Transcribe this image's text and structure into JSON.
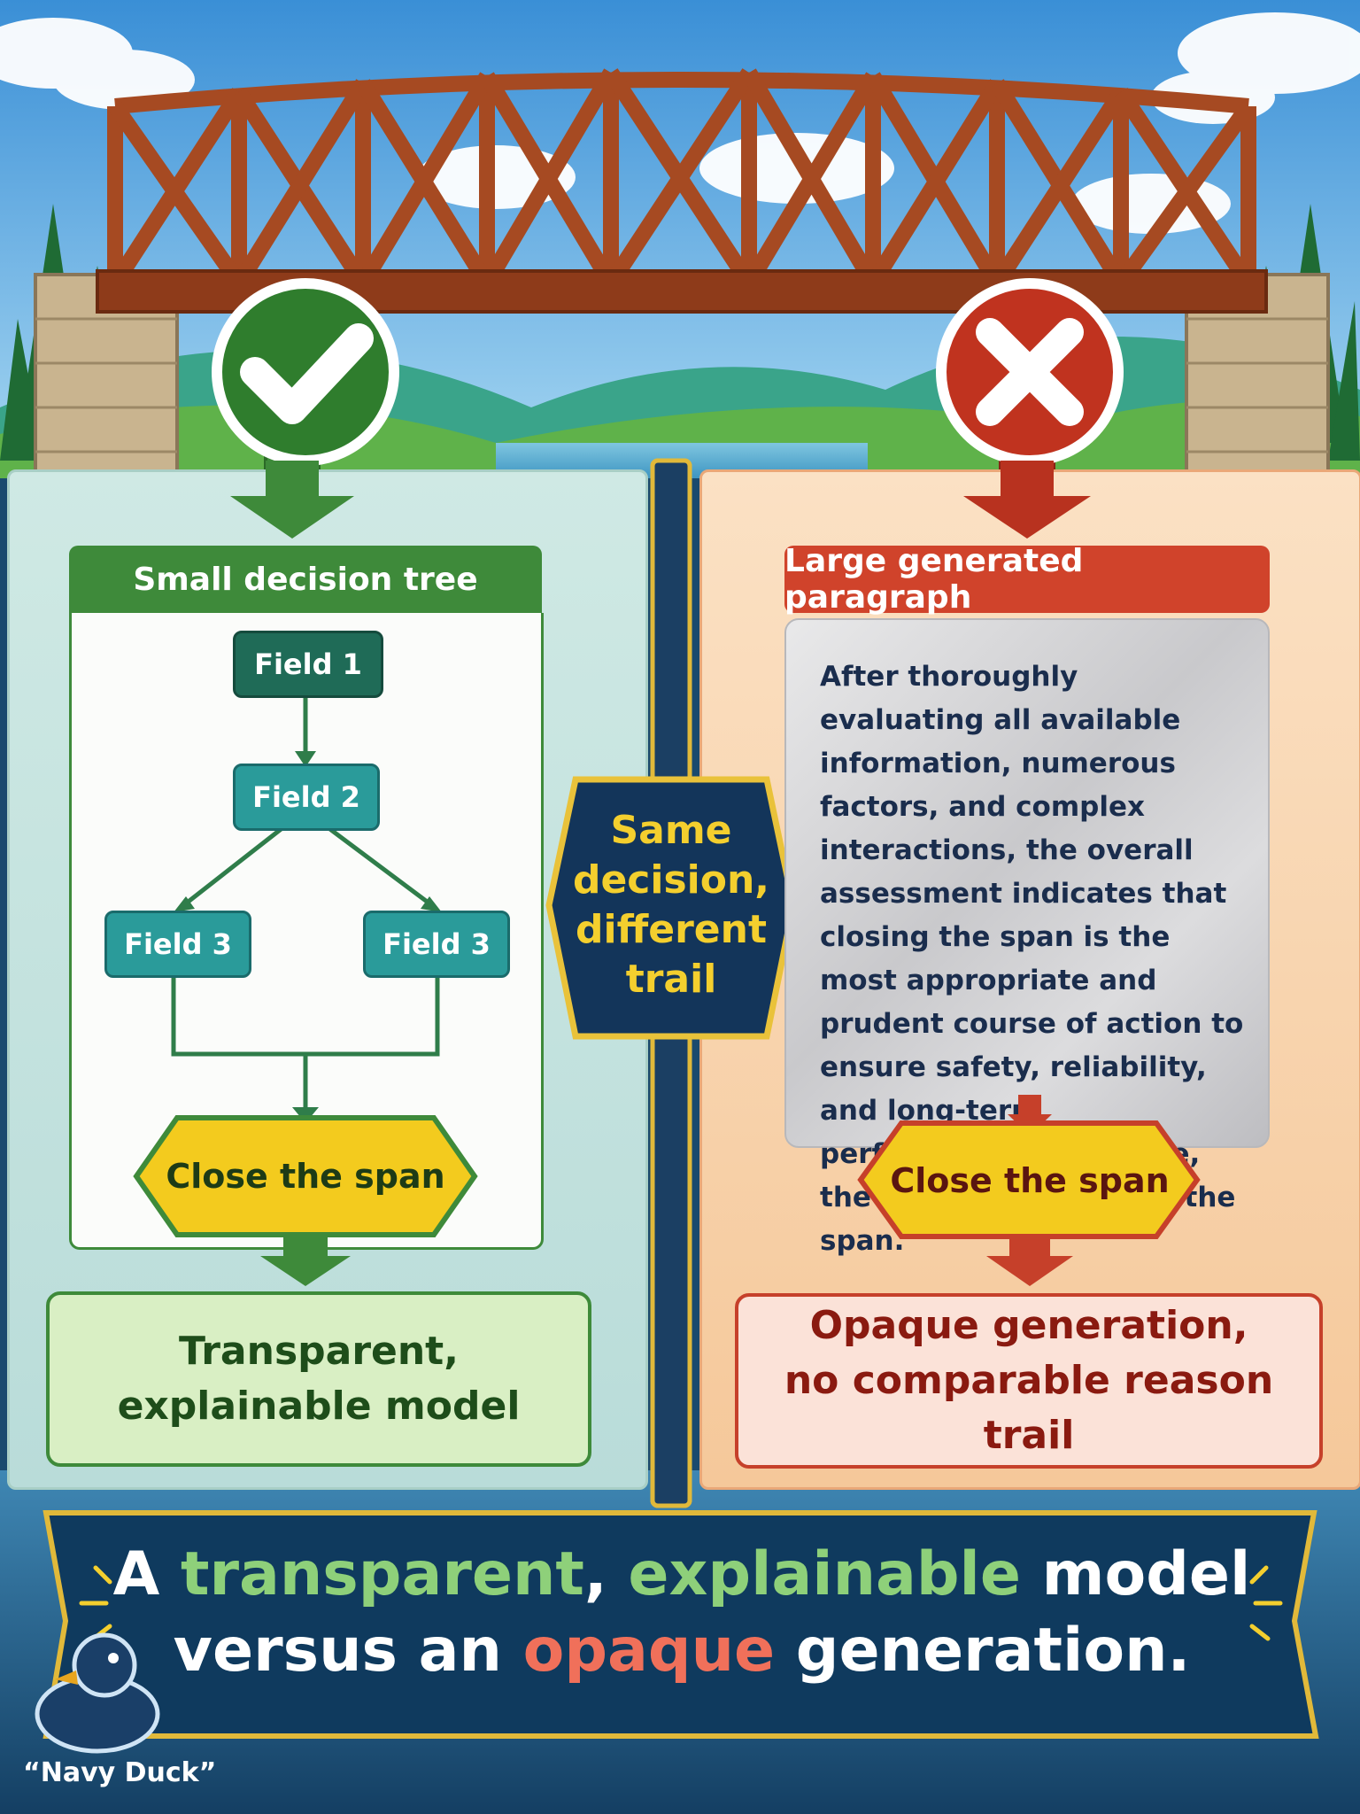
{
  "left": {
    "header": "Small decision tree",
    "nodes": [
      "Field 1",
      "Field 2",
      "Field 3",
      "Field 3"
    ],
    "decision": "Close the span",
    "outcome_line1": "Transparent,",
    "outcome_line2": "explainable model",
    "status_icon": "check-icon",
    "color": "#3e8a3a"
  },
  "center": {
    "label": "Same decision, different trail",
    "color": "#f4cf2e"
  },
  "right": {
    "header": "Large generated paragraph",
    "paragraph": "After thoroughly evaluating all available information, numerous factors, and complex interactions, the overall assessment indicates that closing the span is the most appropriate and prudent course of action to ensure safety, reliability, and long-term performance. Therefore, the decision is to close the span.",
    "decision": "Close the span",
    "outcome_line1": "Opaque generation,",
    "outcome_line2": "no comparable reason trail",
    "status_icon": "x-icon",
    "color": "#d0432b"
  },
  "banner": {
    "part1": "A ",
    "highlight1": "transparent",
    "part2": ", ",
    "highlight2": "explainable",
    "part3": " model",
    "part4": "versus an ",
    "highlight3": "opaque",
    "part5": " generation."
  },
  "credit": "“Navy Duck”"
}
